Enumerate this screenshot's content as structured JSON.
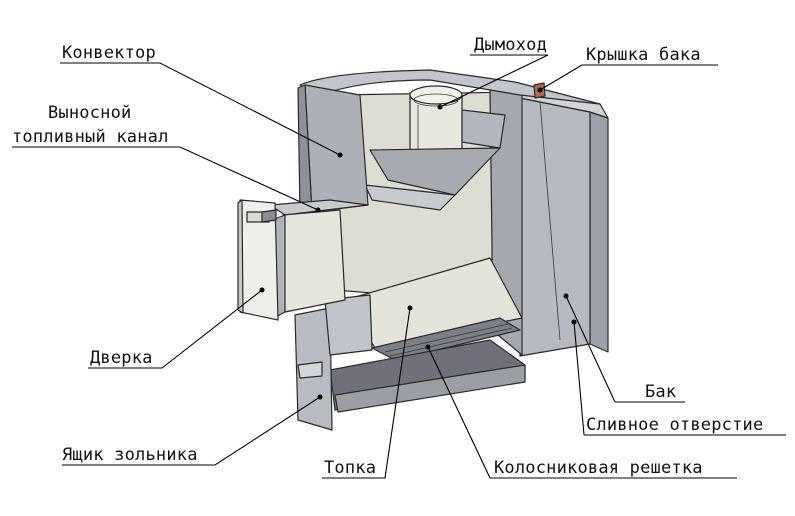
{
  "diagram": {
    "labels": {
      "konvektor": "Конвектор",
      "dymokhod": "Дымоход",
      "kryshka": "Крышка бака",
      "vynosnoy_line1": "Выносной",
      "vynosnoy_line2": "топливный канал",
      "dverka": "Дверка",
      "bak": "Бак",
      "slivnoe": "Сливное отверстие",
      "yashchik": "Ящик зольника",
      "topka": "Топка",
      "kolosnik": "Колосниковая решетка"
    },
    "colors": {
      "panel_dark": "#a9abb4",
      "panel_mid": "#c4c6cf",
      "panel_light": "#d9d9d2",
      "panel_white": "#f1f1ec",
      "interior": "#dcdcd4",
      "shadow": "#6f7079",
      "line": "#000000"
    }
  }
}
